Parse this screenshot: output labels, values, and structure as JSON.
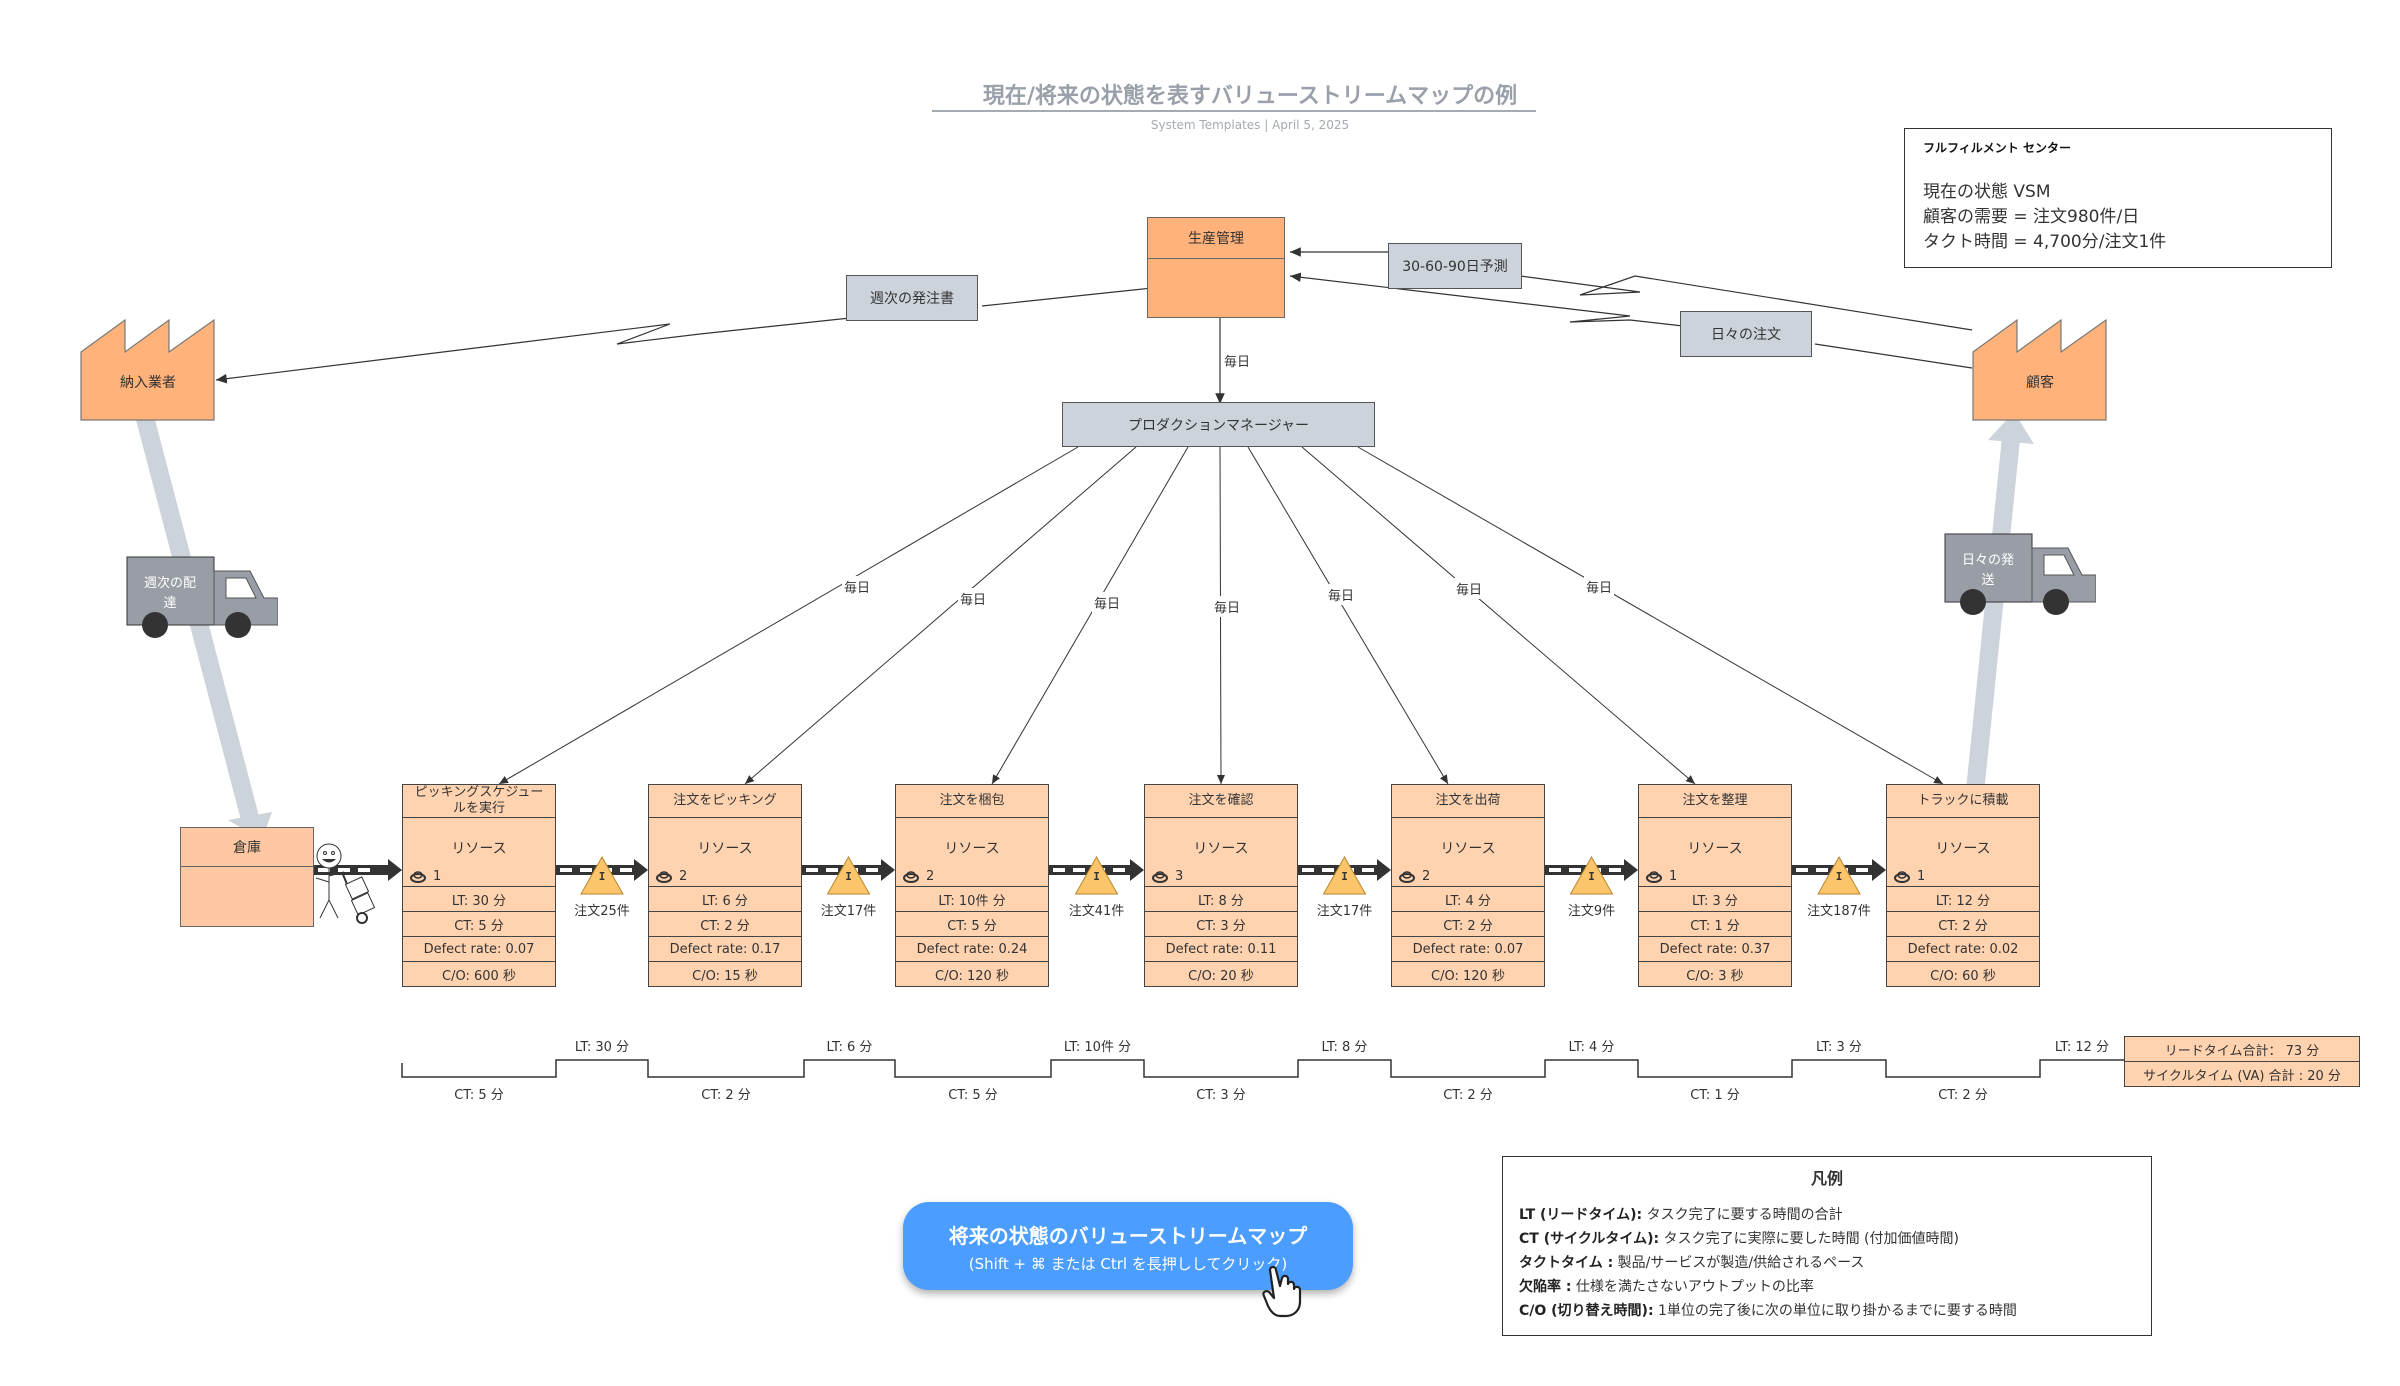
{
  "header": {
    "title": "現在/将来の状態を表すバリューストリームマップの例",
    "subtitle": "System Templates  |  April 5, 2025"
  },
  "info_box": {
    "heading": "フルフィルメント センター",
    "lines": [
      "現在の状態 VSM",
      "顧客の需要 = 注文980件/日",
      "タクト時間 = 4,700分/注文1件"
    ]
  },
  "entities": {
    "supplier": "納入業者",
    "customer": "顧客",
    "production_control": "生産管理",
    "production_manager": "プロダクションマネージャー",
    "warehouse": "倉庫"
  },
  "info_flows": {
    "weekly_po": "週次の発注書",
    "forecast": "30-60-90日予測",
    "daily_orders": "日々の注文",
    "daily_label": "毎日"
  },
  "trucks": {
    "inbound": [
      "週次の配",
      "達"
    ],
    "outbound": [
      "日々の発",
      "送"
    ]
  },
  "colors": {
    "process_fill": "#ffd3b0",
    "entity_fill": "#ffb27a",
    "info_fill": "#cdd3db",
    "inventory_fill": "#fcc46b",
    "button_blue": "#4b9dff",
    "shipment_arrow": "#cdd3db"
  },
  "processes": [
    {
      "name": "ピッキングスケジュールを実行",
      "resource_label": "リソース",
      "operators": "1",
      "lt": "LT: 30 分",
      "ct": "CT: 5 分",
      "defect": "Defect rate: 0.07",
      "co": "C/O: 600 秒"
    },
    {
      "name": "注文をピッキング",
      "resource_label": "リソース",
      "operators": "2",
      "lt": "LT: 6 分",
      "ct": "CT: 2 分",
      "defect": "Defect rate: 0.17",
      "co": "C/O: 15 秒"
    },
    {
      "name": "注文を梱包",
      "resource_label": "リソース",
      "operators": "2",
      "lt": "LT: 10件 分",
      "ct": "CT: 5 分",
      "defect": "Defect rate: 0.24",
      "co": "C/O: 120 秒"
    },
    {
      "name": "注文を確認",
      "resource_label": "リソース",
      "operators": "3",
      "lt": "LT: 8 分",
      "ct": "CT: 3 分",
      "defect": "Defect rate: 0.11",
      "co": "C/O: 20 秒"
    },
    {
      "name": "注文を出荷",
      "resource_label": "リソース",
      "operators": "2",
      "lt": "LT: 4 分",
      "ct": "CT: 2 分",
      "defect": "Defect rate: 0.07",
      "co": "C/O: 120 秒"
    },
    {
      "name": "注文を整理",
      "resource_label": "リソース",
      "operators": "1",
      "lt": "LT: 3 分",
      "ct": "CT: 1 分",
      "defect": "Defect rate: 0.37",
      "co": "C/O: 3 秒"
    },
    {
      "name": "トラックに積載",
      "resource_label": "リソース",
      "operators": "1",
      "lt": "LT: 12 分",
      "ct": "CT: 2 分",
      "defect": "Defect rate: 0.02",
      "co": "C/O: 60 秒"
    }
  ],
  "inventory": [
    "注文25件",
    "注文17件",
    "注文41件",
    "注文17件",
    "注文9件",
    "注文187件"
  ],
  "inventory_symbol": "I",
  "timeline": {
    "lt": [
      "LT: 30 分",
      "LT: 6 分",
      "LT: 10件 分",
      "LT: 8 分",
      "LT: 4 分",
      "LT: 3 分",
      "LT: 12 分"
    ],
    "ct": [
      "CT: 5 分",
      "CT: 2 分",
      "CT: 5 分",
      "CT: 3 分",
      "CT: 2 分",
      "CT: 1 分",
      "CT: 2 分"
    ],
    "total_lead_time": "リードタイム合計： 73 分",
    "total_cycle_time": "サイクルタイム (VA) 合計 : 20 分"
  },
  "legend": {
    "title": "凡例",
    "items": [
      {
        "term": "LT (リードタイム):",
        "desc": " タスク完了に要する時間の合計"
      },
      {
        "term": "CT (サイクルタイム):",
        "desc": " タスク完了に実際に要した時間 (付加価値時間)"
      },
      {
        "term": "タクトタイム :",
        "desc": " 製品/サービスが製造/供給されるペース"
      },
      {
        "term": "欠陥率 :",
        "desc": " 仕様を満たさないアウトプットの比率"
      },
      {
        "term": "C/O (切り替え時間):",
        "desc": " 1単位の完了後に次の単位に取り掛かるまでに要する時間"
      }
    ]
  },
  "future_button": {
    "label": "将来の状態のバリューストリームマップ",
    "hint": "(Shift + ⌘ または Ctrl を長押ししてクリック)"
  }
}
